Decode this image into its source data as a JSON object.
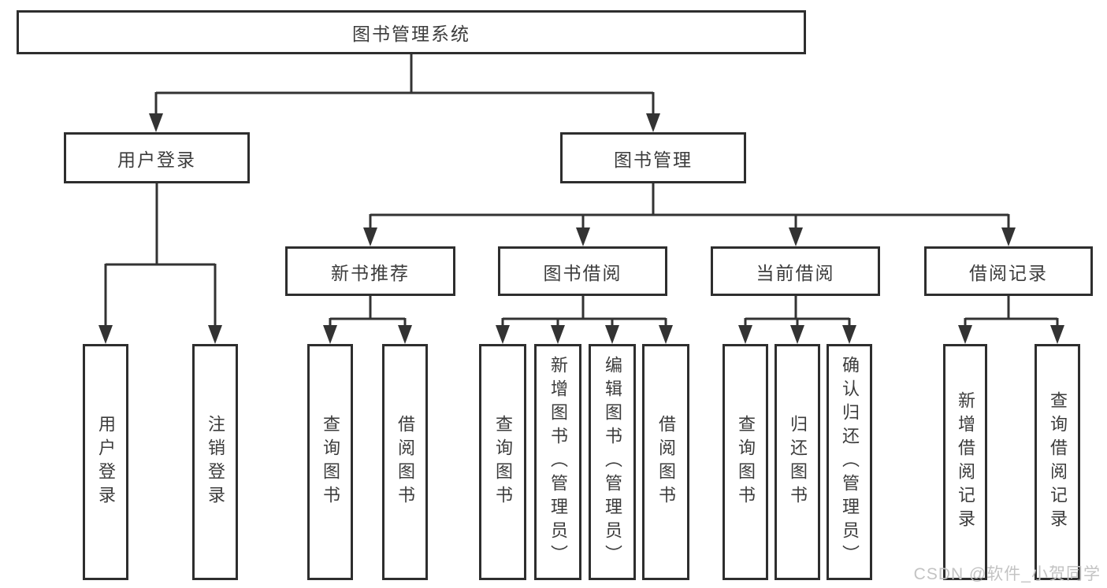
{
  "diagram": {
    "type": "hierarchy",
    "nodes": {
      "root": {
        "label": "图书管理系统"
      },
      "user_login": {
        "label": "用户登录"
      },
      "book_mgmt": {
        "label": "图书管理"
      },
      "new_book_rec": {
        "label": "新书推荐"
      },
      "book_borrow": {
        "label": "图书借阅"
      },
      "current_borrow": {
        "label": "当前借阅"
      },
      "borrow_records": {
        "label": "借阅记录"
      },
      "leaf_user_login": {
        "label": "用户登录"
      },
      "leaf_logout": {
        "label": "注销登录"
      },
      "leaf_query_book_1": {
        "label": "查询图书"
      },
      "leaf_borrow_book_1": {
        "label": "借阅图书"
      },
      "leaf_query_book_2": {
        "label": "查询图书"
      },
      "leaf_add_book": {
        "label": "新增图书（管理员）"
      },
      "leaf_edit_book": {
        "label": "编辑图书（管理员）"
      },
      "leaf_borrow_book_2": {
        "label": "借阅图书"
      },
      "leaf_query_book_3": {
        "label": "查询图书"
      },
      "leaf_return_book": {
        "label": "归还图书"
      },
      "leaf_confirm_return": {
        "label": "确认归还（管理员）"
      },
      "leaf_add_record": {
        "label": "新增借阅记录"
      },
      "leaf_query_record": {
        "label": "查询借阅记录"
      }
    },
    "edges": [
      [
        "root",
        "user_login"
      ],
      [
        "root",
        "book_mgmt"
      ],
      [
        "user_login",
        "leaf_user_login"
      ],
      [
        "user_login",
        "leaf_logout"
      ],
      [
        "book_mgmt",
        "new_book_rec"
      ],
      [
        "book_mgmt",
        "book_borrow"
      ],
      [
        "book_mgmt",
        "current_borrow"
      ],
      [
        "book_mgmt",
        "borrow_records"
      ],
      [
        "new_book_rec",
        "leaf_query_book_1"
      ],
      [
        "new_book_rec",
        "leaf_borrow_book_1"
      ],
      [
        "book_borrow",
        "leaf_query_book_2"
      ],
      [
        "book_borrow",
        "leaf_add_book"
      ],
      [
        "book_borrow",
        "leaf_edit_book"
      ],
      [
        "book_borrow",
        "leaf_borrow_book_2"
      ],
      [
        "current_borrow",
        "leaf_query_book_3"
      ],
      [
        "current_borrow",
        "leaf_return_book"
      ],
      [
        "current_borrow",
        "leaf_confirm_return"
      ],
      [
        "borrow_records",
        "leaf_add_record"
      ],
      [
        "borrow_records",
        "leaf_query_record"
      ]
    ],
    "colors": {
      "line": "#333333",
      "box_border": "#2e2e2e",
      "text": "#3c3c3c",
      "watermark": "#c3c3c3",
      "background": "#ffffff"
    }
  },
  "watermark": {
    "text": "CSDN @软件_小贺同学"
  }
}
